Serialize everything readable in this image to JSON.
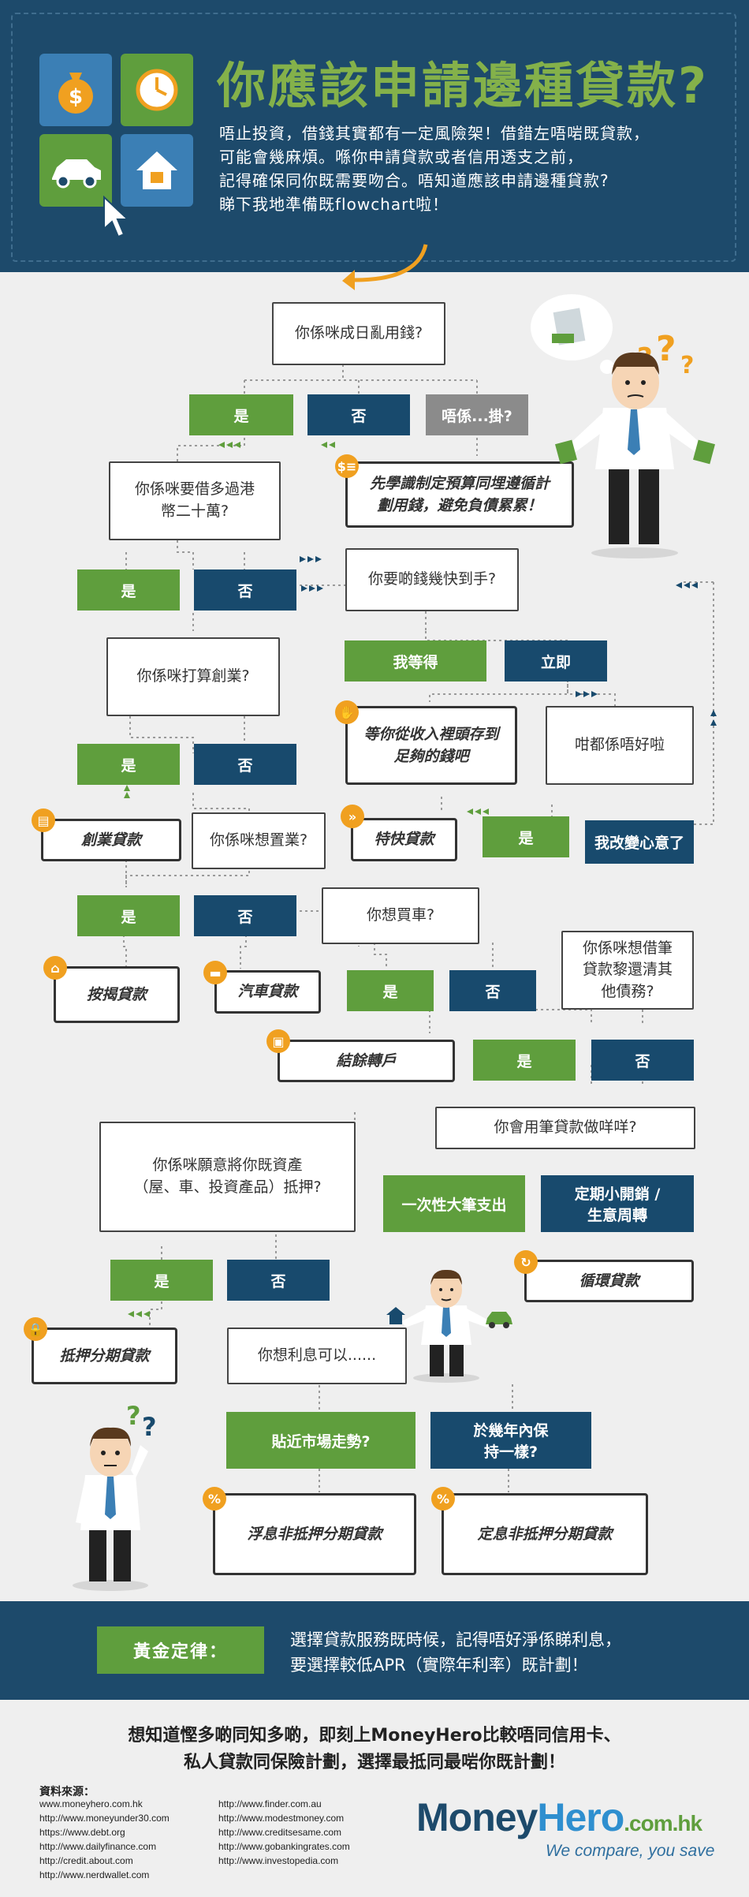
{
  "header": {
    "title": "你應該申請邊種貸款?",
    "intro": [
      "唔止投資，借錢其實都有一定風險架！借錯左唔啱既貸款，",
      "可能會幾麻煩。喺你申請貸款或者信用透支之前，",
      "記得確保同你既需要吻合。唔知道應該申請邊種貸款?",
      "睇下我地準備既flowchart啦！"
    ],
    "icons": [
      "money-bag-icon",
      "clock-icon",
      "car-icon",
      "house-icon",
      "cursor-icon"
    ]
  },
  "flow": {
    "q1": "你係咪成日亂用錢?",
    "yes": "是",
    "no": "否",
    "maybe": "唔係...掛?",
    "budget_tip": [
      "先學識制定預算同埋遵循計",
      "劃用錢，避免負債累累！"
    ],
    "q2": [
      "你係咪要借多過港",
      "幣二十萬?"
    ],
    "q_fast": "你要啲錢幾快到手?",
    "wait": "我等得",
    "now": "立即",
    "save_tip": [
      "等你從收入裡頭存到",
      "足夠的錢吧"
    ],
    "nevermind": "咁都係唔好啦",
    "q_business": "你係咪打算創業?",
    "fast_loan": "特快貸款",
    "changed": "我改變心意了",
    "biz_loan": "創業貸款",
    "q_property": "你係咪想置業?",
    "q_car": "你想買車?",
    "mortgage": "按揭貸款",
    "car_loan": "汽車貸款",
    "q_debt": [
      "你係咪想借筆",
      "貸款黎還清其",
      "他債務?"
    ],
    "balance": "結餘轉戶",
    "q_use": "你會用筆貸款做咩咩?",
    "q_collateral": [
      "你係咪願意將你既資產",
      "（屋、車、投資產品）抵押?"
    ],
    "big_spend": "一次性大筆支出",
    "small_spend": [
      "定期小開銷 /",
      "生意周轉"
    ],
    "revolving": "循環貸款",
    "secured": "抵押分期貸款",
    "q_rate": "你想利息可以......",
    "market": "貼近市場走勢?",
    "fixed_q": [
      "於幾年內保",
      "持一樣?"
    ],
    "floating_loan": "浮息非抵押分期貸款",
    "fixed_loan": "定息非抵押分期貸款"
  },
  "footer": {
    "golden_label": "黃金定律：",
    "golden_text": [
      "選擇貸款服務既時候，記得唔好淨係睇利息，",
      "要選擇較低APR（實際年利率）既計劃！"
    ],
    "cta": [
      "想知道慳多啲同知多啲，即刻上MoneyHero比較唔同信用卡、",
      "私人貸款同保險計劃，選擇最抵同最啱你既計劃！"
    ],
    "sources_title": "資料來源：",
    "sources_left": [
      "www.moneyhero.com.hk",
      "http://www.moneyunder30.com",
      "https://www.debt.org",
      "http://www.dailyfinance.com",
      "http://credit.about.com",
      "http://www.nerdwallet.com"
    ],
    "sources_right": [
      "http://www.finder.com.au",
      "http://www.modestmoney.com",
      "http://www.creditsesame.com",
      "http://www.gobankingrates.com",
      "http://www.investopedia.com"
    ],
    "brand_money": "Money",
    "brand_hero": "Hero",
    ".com.hk": ".com.hk",
    "brand_suffix": ".com.hk",
    "tagline": "We compare, you save"
  },
  "colors": {
    "navy": "#1d4a6b",
    "green": "#5f9e3d",
    "blue": "#184a6d",
    "orange": "#f0a020",
    "title_green": "#84b14a"
  }
}
